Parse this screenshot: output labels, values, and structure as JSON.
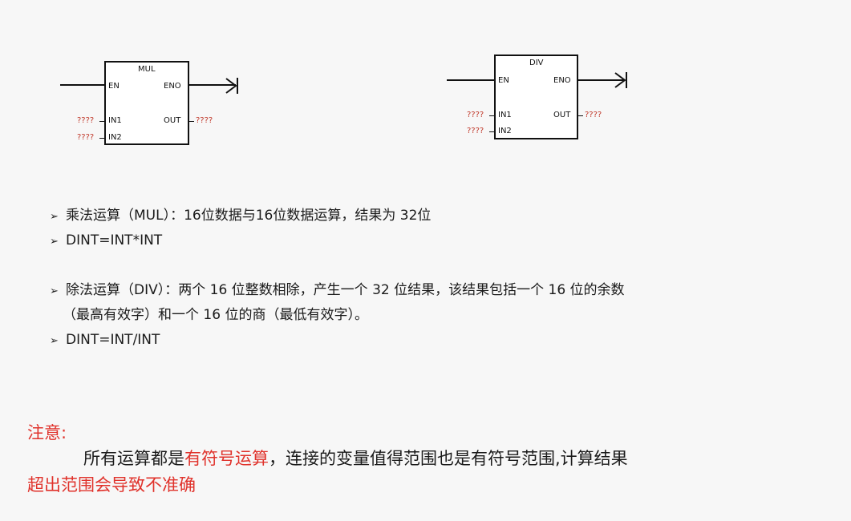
{
  "mul_block": {
    "title": "MUL",
    "en": "EN",
    "eno": "ENO",
    "in1": "IN1",
    "in2": "IN2",
    "out": "OUT",
    "in1_value": "????",
    "in2_value": "????",
    "out_value": "????"
  },
  "div_block": {
    "title": "DIV",
    "en": "EN",
    "eno": "ENO",
    "in1": "IN1",
    "in2": "IN2",
    "out": "OUT",
    "in1_value": "????",
    "in2_value": "????",
    "out_value": "????"
  },
  "bullets": {
    "mark": "➢",
    "mul_desc": "乘法运算（MUL）：16位数据与16位数据运算，结果为 32位",
    "mul_formula": "DINT=INT*INT",
    "div_desc_line1": "除法运算（DIV）：两个 16 位整数相除，产生一个 32 位结果，该结果包括一个 16 位的余数",
    "div_desc_line2": "（最高有效字）和一个 16 位的商（最低有效字）。",
    "div_formula": "DINT=INT/INT"
  },
  "note": {
    "title": "注意:",
    "body_part1": "所有运算都是",
    "body_highlight": "有符号运算",
    "body_part2": "，连接的变量值得范围也是有符号范围,计算结果",
    "body_line2": "超出范围会导致不准确"
  },
  "colors": {
    "accent_red": "#e0322b",
    "placeholder_red": "#c0392b"
  }
}
